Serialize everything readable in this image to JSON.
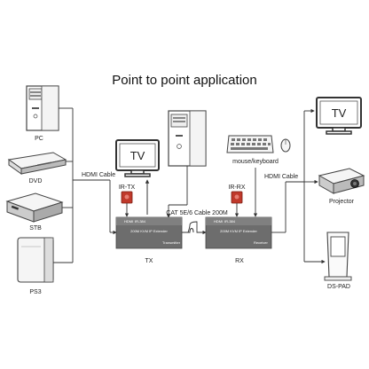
{
  "title": "Point to point application",
  "sources": {
    "pc": "PC",
    "dvd": "DVD",
    "stb": "STB",
    "ps3": "PS3"
  },
  "sinks": {
    "tv": "TV",
    "projector": "Projector",
    "ds_pad": "DS-PAD"
  },
  "tx_side": {
    "tv": "TV",
    "ir_tx": "IR-TX",
    "hdmi_cable": "HDMI Cable",
    "unit_label": "TX"
  },
  "rx_side": {
    "mouse_keyboard": "mouse/keyboard",
    "ir_rx": "IR-RX",
    "hdmi_cable": "HDMI Cable",
    "unit_label": "RX"
  },
  "link": {
    "cable_label": "CAT 5E/6 Cable 200M"
  },
  "devices": {
    "tx": {
      "logo": "HDMI",
      "model": "IR-384",
      "product": "200M KVM IP Extender",
      "role": "Transmitter"
    },
    "rx": {
      "logo": "HDMI",
      "model": "IR-384",
      "product": "200M KVM IP Extender",
      "role": "Receiver"
    }
  },
  "colors": {
    "ir_red": "#c0392b",
    "device_gray": "#6d6d6d",
    "wire": "#333333"
  }
}
